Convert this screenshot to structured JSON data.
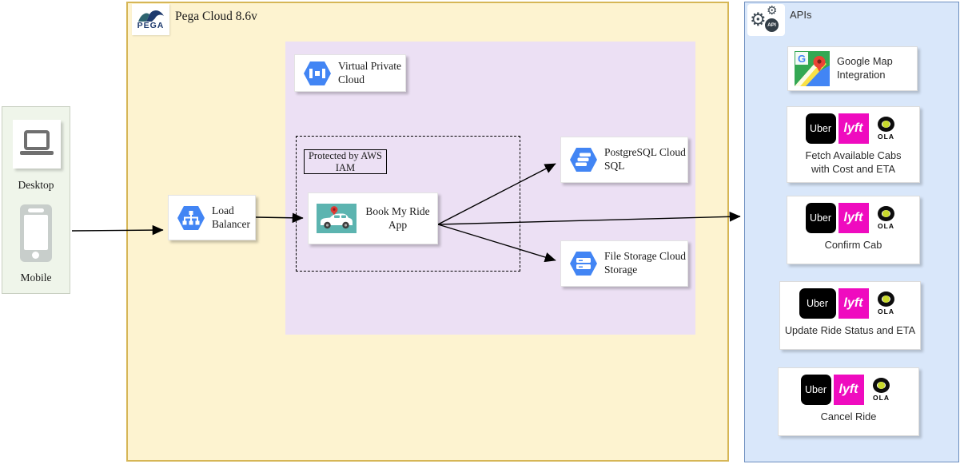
{
  "pega": {
    "title": "Pega Cloud 8.6v",
    "logo_word": "PEGA"
  },
  "clients": {
    "desktop_label": "Desktop",
    "mobile_label": "Mobile"
  },
  "cloud": {
    "vpc_label": "Virtual Private Cloud",
    "load_balancer_label": "Load Balancer",
    "iam_label": "Protected by AWS IAM",
    "app_label": "Book My Ride App",
    "postgres_label": "PostgreSQL Cloud SQL",
    "storage_label": "File Storage Cloud Storage"
  },
  "apis": {
    "title": "APIs",
    "badge": "API",
    "brands": {
      "uber": "Uber",
      "lyft": "lyft",
      "ola": "OLA",
      "google_letter": "G"
    },
    "cards": [
      {
        "label": "Google Map Integration"
      },
      {
        "label": "Fetch Available Cabs with Cost and ETA"
      },
      {
        "label": "Confirm Cab"
      },
      {
        "label": "Update Ride Status and ETA"
      },
      {
        "label": "Cancel Ride"
      }
    ]
  },
  "colors": {
    "pega_panel_fill": "#FDF3D0",
    "pega_panel_border": "#D6B656",
    "vpc_panel_fill": "#ECE0F4",
    "apis_panel_fill": "#D9E7FA",
    "apis_panel_border": "#6C8EBF",
    "clients_panel_fill": "#EFF5EA",
    "gcp_hex_blue": "#4285F4",
    "uber_black": "#000000",
    "lyft_pink": "#EF0BBF",
    "ola_yellow": "#C9DA2B",
    "arrow": "#000000"
  }
}
